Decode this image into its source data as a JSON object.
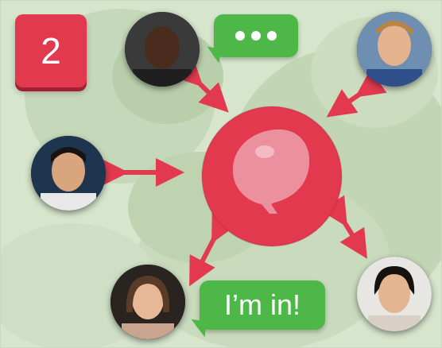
{
  "step_badge": {
    "number": "2",
    "color": "#e2394f"
  },
  "hub": {
    "icon": "balloon-icon",
    "color": "#e2394f"
  },
  "bubbles": {
    "typing": {
      "icon": "typing-dots-icon",
      "color": "#4db848"
    },
    "reply": {
      "text": "I’m in!",
      "color": "#4db848"
    }
  },
  "avatars": [
    {
      "name": "avatar-top-left",
      "icon": "person-photo"
    },
    {
      "name": "avatar-top-right",
      "icon": "person-photo"
    },
    {
      "name": "avatar-left",
      "icon": "person-photo"
    },
    {
      "name": "avatar-bottom-left",
      "icon": "person-photo"
    },
    {
      "name": "avatar-bottom-right",
      "icon": "person-photo"
    }
  ],
  "arrow_color": "#e2394f"
}
